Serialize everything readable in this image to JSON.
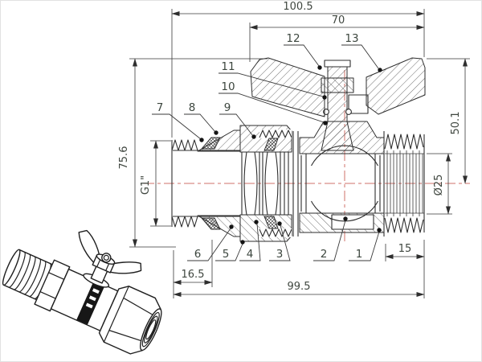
{
  "drawing": {
    "type": "ball-valve-cross-section-technical-drawing",
    "dims": {
      "overall_width": "100.5",
      "handle_span": "70",
      "overall_height": "75.6",
      "inlet_thread": "G1\"",
      "handle_height": "50.1",
      "outlet_bore": "Ø25",
      "outlet_thread_len": "15",
      "inlet_thread_len": "16.5",
      "body_length": "99.5"
    },
    "callouts": {
      "c1": "1",
      "c2": "2",
      "c3": "3",
      "c4": "4",
      "c5": "5",
      "c6": "6",
      "c7": "7",
      "c8": "8",
      "c9": "9",
      "c10": "10",
      "c11": "11",
      "c12": "12",
      "c13": "13"
    },
    "colors": {
      "line": "#2e2e2e",
      "dim_line": "#3a3a3a",
      "text": "#3f463f",
      "centerline_red": "#cf7168",
      "background": "#ffffff"
    }
  }
}
